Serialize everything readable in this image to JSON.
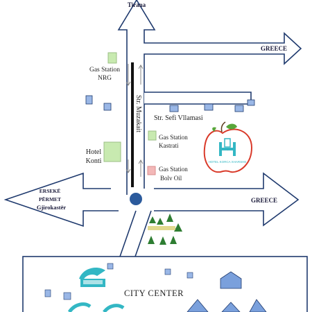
{
  "directions": {
    "north": "Tirana",
    "east_top": "GREECE",
    "east_middle": "GREECE",
    "west_line1": "ERSEKË",
    "west_line2": "PËRMET",
    "west_line3": "Gjirokastër"
  },
  "streets": {
    "main": "Str. Muzakait",
    "side": "Str. Sefi Vllamasi"
  },
  "pois": {
    "gas_nrg_line1": "Gas Station",
    "gas_nrg_line2": "NRG",
    "gas_kastrati_line1": "Gas Station",
    "gas_kastrati_line2": "Kastrati",
    "gas_bolv_line1": "Gas Station",
    "gas_bolv_line2": "Bolv Oil",
    "hotel_konti_line1": "Hotel",
    "hotel_konti_line2": "Konti"
  },
  "hotel_logo": {
    "letter": "H",
    "name": "HOTEL KORCA XHARSHE"
  },
  "city_center": "CITY CENTER",
  "colors": {
    "road_outline": "#1f3a6e",
    "gas_nrg": "#c8eab0",
    "gas_kastrati": "#c8eab0",
    "gas_bolv": "#f3b8b8",
    "hotel_konti": "#c8eab0",
    "roundabout": "#2b5a9c",
    "apple_red": "#d93a2a",
    "hotel_teal": "#33b7c4"
  },
  "icons": [
    "building-icon",
    "tree-icon",
    "apple-logo-icon",
    "roundabout-icon",
    "flow-arrow-icon"
  ]
}
